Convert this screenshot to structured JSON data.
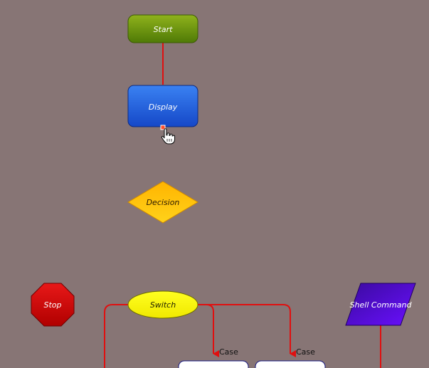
{
  "background": "#877575",
  "connector_color": "#e01010",
  "nodes": {
    "start": {
      "label": "Start",
      "color_top": "#8fb21c",
      "color_bottom": "#4f7a06",
      "text_color": "#ffffff"
    },
    "display": {
      "label": "Display",
      "color_top": "#3a82f2",
      "color_bottom": "#1548c8",
      "text_color": "#ffffff"
    },
    "decision": {
      "label": "Decision",
      "color_top": "#ffb400",
      "color_bottom": "#ffd21a",
      "text_color": "#2a1a00"
    },
    "stop": {
      "label": "Stop",
      "color_top": "#e81818",
      "color_bottom": "#b00000",
      "text_color": "#ffffff"
    },
    "switch": {
      "label": "Switch",
      "color_top": "#ffff20",
      "color_bottom": "#f0e800",
      "text_color": "#222200"
    },
    "shell": {
      "label": "Shell Command",
      "color_top": "#3a0a9e",
      "color_bottom": "#6a10ff",
      "text_color": "#ffffff"
    }
  },
  "edges": {
    "case_1_label": "Case",
    "case_2_label": "Case"
  },
  "cursor": {
    "icon": "hand-pointer-icon"
  }
}
